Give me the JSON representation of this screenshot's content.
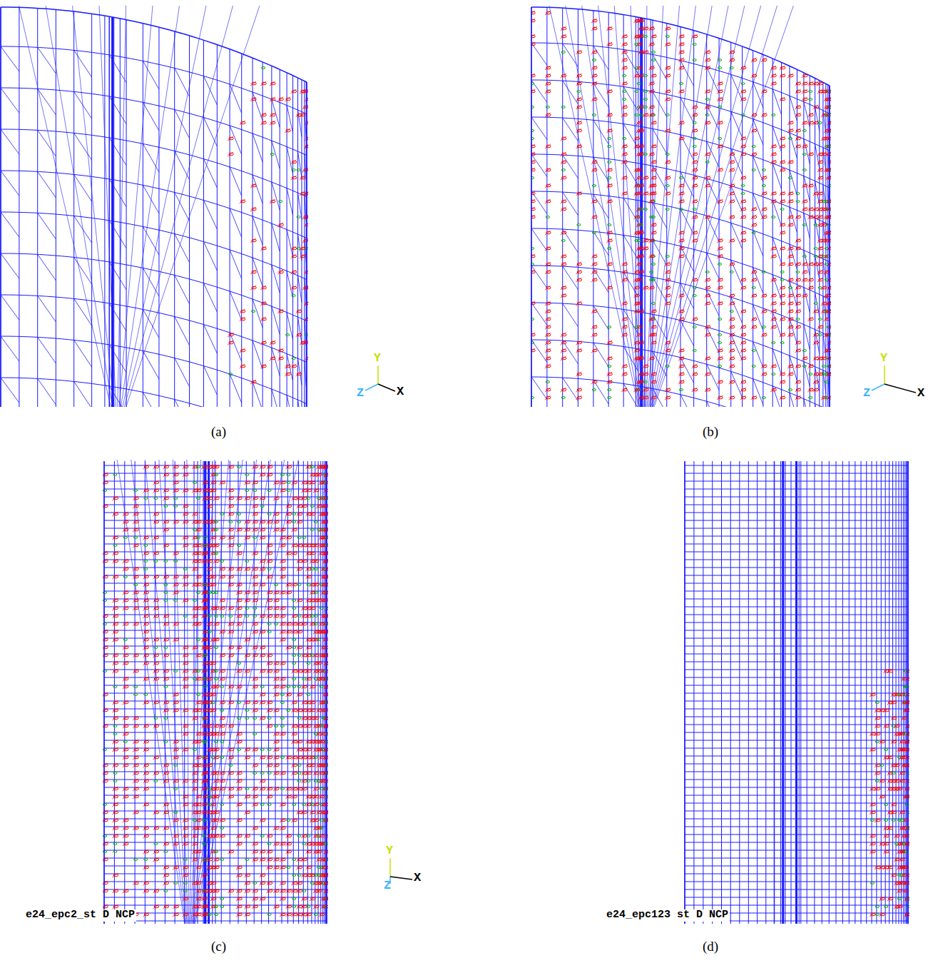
{
  "diagram": {
    "labels": [
      "(a)",
      "(b)",
      "Y",
      "Z",
      "X",
      "Y",
      "Z",
      "X",
      "(c)",
      "Y",
      "Z",
      "X",
      "e24_epc2_st D NCP",
      "(d)",
      "e24_epc123 st D NCP"
    ]
  }
}
